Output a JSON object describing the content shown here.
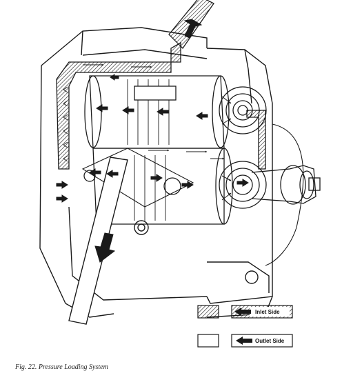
{
  "legend": {
    "inlet_label": "Inlet Side",
    "outlet_label": "Outlet Side"
  },
  "caption": "Fig. 22. Pressure Loading System",
  "colors": {
    "line": "#1a1a1a",
    "hatch": "#1a1a1a",
    "background": "#ffffff"
  }
}
